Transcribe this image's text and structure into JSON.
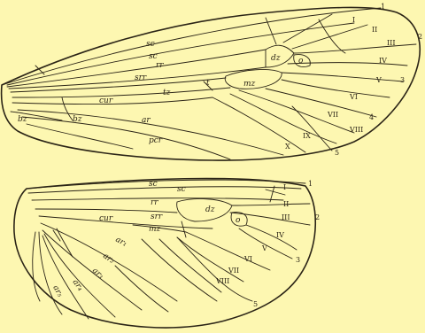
{
  "forewing": {
    "labels": {
      "sc": "sc",
      "sc2": "sc",
      "rr": "rr",
      "srr": "srr",
      "cur": "cur",
      "ar": "ar",
      "pcr": "pcr",
      "bz1": "bz",
      "bz2": "bz",
      "tz": "tz",
      "t": "t",
      "mz": "mz",
      "dz": "dz",
      "o": "o"
    },
    "roman": [
      "I",
      "II",
      "III",
      "IV",
      "V",
      "VI",
      "VII",
      "VIII",
      "IX",
      "X"
    ],
    "margin_numbers": [
      "1",
      "2",
      "3",
      "4",
      "5"
    ]
  },
  "hindwing": {
    "labels": {
      "sc": "sc",
      "sc2": "sc",
      "rr": "rr",
      "srr": "srr",
      "cur": "cur",
      "mz": "mz",
      "dz": "dz",
      "o": "o",
      "ar1": "ar₁",
      "ar2": "ar₂",
      "ar3": "ar₃",
      "ar4": "ar₄",
      "ar5": "ar₅"
    },
    "roman": [
      "I",
      "II",
      "III",
      "IV",
      "V",
      "VI",
      "VII",
      "VIII"
    ],
    "margin_numbers": [
      "1",
      "2",
      "3",
      "5"
    ]
  }
}
